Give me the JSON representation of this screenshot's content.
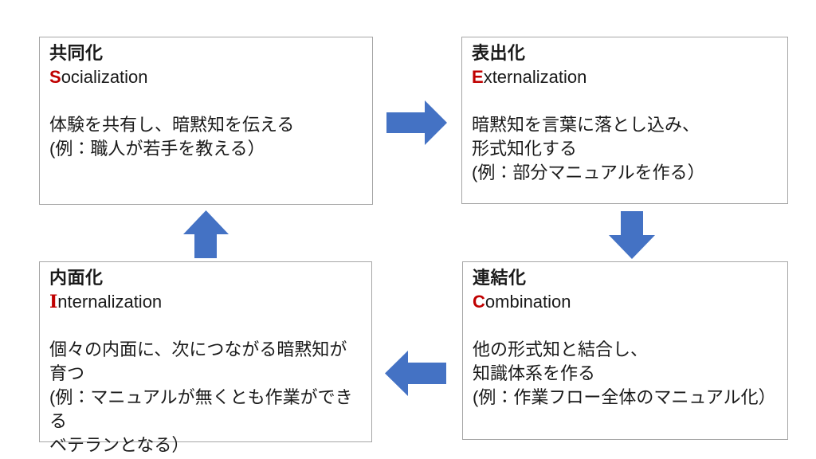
{
  "colors": {
    "arrow-blue": "#4472C4",
    "initial-red": "#C00000",
    "text-dark": "#1A1A1A",
    "box-border": "#A6A6A6",
    "background": "#FFFFFF"
  },
  "boxes": [
    {
      "title_jp": "共同化",
      "initial": "S",
      "rest": "ocialization",
      "description": "体験を共有し、暗黙知を伝える\n(例：職人が若手を教える）"
    },
    {
      "title_jp": "表出化",
      "initial": "E",
      "rest": "xternalization",
      "description": "暗黙知を言葉に落とし込み、\n形式知化する\n(例：部分マニュアルを作る）"
    },
    {
      "title_jp": "連結化",
      "initial": "C",
      "rest": "ombination",
      "description": "他の形式知と結合し、\n知識体系を作る\n(例：作業フロー全体のマニュアル化）"
    },
    {
      "title_jp": "内面化",
      "initial": "I",
      "rest": "nternalization",
      "description": "個々の内面に、次につながる暗黙知が\n育つ\n(例：マニュアルが無くとも作業ができる\nベテランとなる）"
    }
  ],
  "arrows": [
    {
      "name": "socialization-to-externalization",
      "direction": "right"
    },
    {
      "name": "externalization-to-combination",
      "direction": "down"
    },
    {
      "name": "combination-to-internalization",
      "direction": "left"
    },
    {
      "name": "internalization-to-socialization",
      "direction": "up"
    }
  ]
}
